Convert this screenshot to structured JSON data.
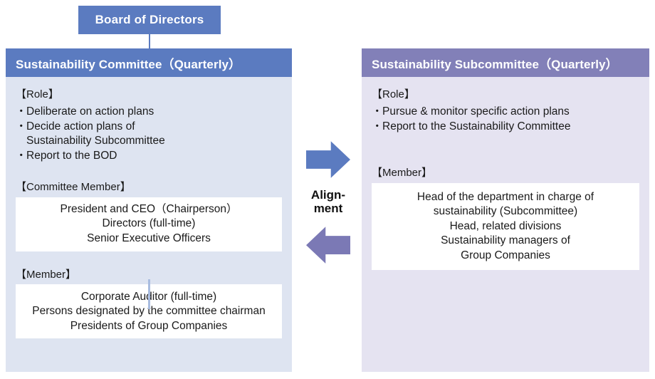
{
  "board": {
    "label": "Board of Directors"
  },
  "center": {
    "alignment_label": "Align-\nment",
    "arrow_right_color": "#5B7BC0",
    "arrow_left_color": "#7B79B5",
    "arrow_right_name": "arrow-right-icon",
    "arrow_left_name": "arrow-left-icon"
  },
  "left_panel": {
    "title": "Sustainability Committee（Quarterly）",
    "header_color": "#5B7BC0",
    "body_color": "#DEE4F1",
    "role_heading": "【Role】",
    "role_items": [
      "Deliberate on action plans",
      "Decide action plans of\n Sustainability Subcommittee",
      "Report to the BOD"
    ],
    "committee_member_heading": "【Committee Member】",
    "committee_member_text": "President and CEO（Chairperson）\nDirectors (full-time)\nSenior Executive Officers",
    "member_heading": "【Member】",
    "member_text": "Corporate Auditor (full-time)\nPersons designated by the committee chairman\nPresidents of Group Companies"
  },
  "right_panel": {
    "title": "Sustainability Subcommittee（Quarterly）",
    "header_color": "#8280B8",
    "body_color": "#E5E3F1",
    "role_heading": "【Role】",
    "role_items": [
      "Pursue & monitor specific action plans",
      "Report to the Sustainability Committee"
    ],
    "member_heading": "【Member】",
    "member_text": "Head of the department in charge of\nsustainability (Subcommittee)\nHead, related divisions\nSustainability managers of\nGroup Companies"
  }
}
